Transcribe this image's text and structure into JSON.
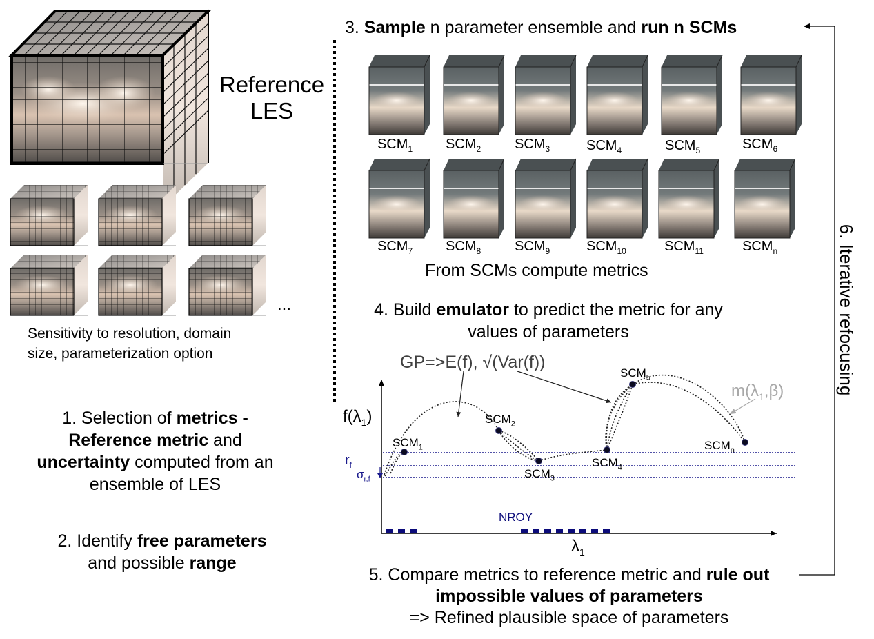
{
  "reference_les": {
    "line1": "Reference",
    "line2": "LES"
  },
  "sensitivity": {
    "ellipsis": "...",
    "line1": "Sensitivity to resolution, domain",
    "line2": "size, parameterization option"
  },
  "step1": {
    "l1_pre": "1. Selection of ",
    "l1_bold": "metrics -",
    "l2_bold": "Reference metric",
    "l2_post": " and",
    "l3_bold": "uncertainty",
    "l3_post": " computed from an",
    "l4": "ensemble of LES"
  },
  "step2": {
    "l1_pre": "2. Identify ",
    "l1_bold": "free parameters",
    "l2_pre": "and possible ",
    "l2_bold": "range"
  },
  "step3": {
    "pre": "3. ",
    "bold1": "Sample",
    "mid": " n parameter ensemble  and ",
    "bold2": "run n SCMs"
  },
  "scm_rows": [
    [
      {
        "base": "SCM",
        "sub": "1"
      },
      {
        "base": "SCM",
        "sub": "2"
      },
      {
        "base": "SCM",
        "sub": "3"
      },
      {
        "base": "SCM",
        "sub": "4"
      },
      {
        "base": "SCM",
        "sub": "5"
      },
      {
        "base": "SCM",
        "sub": "6"
      }
    ],
    [
      {
        "base": "SCM",
        "sub": "7"
      },
      {
        "base": "SCM",
        "sub": "8"
      },
      {
        "base": "SCM",
        "sub": "9"
      },
      {
        "base": "SCM",
        "sub": "10"
      },
      {
        "base": "SCM",
        "sub": "11"
      },
      {
        "base": "SCM",
        "sub": "n"
      }
    ]
  ],
  "compute_metrics": "From SCMs compute metrics",
  "step4": {
    "l1_pre": "4. Build ",
    "l1_bold": "emulator",
    "l1_post": " to predict the metric for any",
    "l2": "values of parameters"
  },
  "plot": {
    "gp_label": "GP=>E(f), √(Var(f))",
    "y_base": "f(λ",
    "y_sub": "1",
    "y_close": ")",
    "m_label_base": "m(λ",
    "m_label_sub": "1",
    "m_label_post": ",β)",
    "rf_base": "r",
    "rf_sub": "f",
    "sigma_base": "σ",
    "sigma_sub": "r,f",
    "nroy": "NROY",
    "x_base": "λ",
    "x_sub": "1",
    "points": [
      {
        "base": "SCM",
        "sub": "1"
      },
      {
        "base": "SCM",
        "sub": "2"
      },
      {
        "base": "SCM",
        "sub": "3"
      },
      {
        "base": "SCM",
        "sub": "4"
      },
      {
        "base": "SCM",
        "sub": "5"
      },
      {
        "base": "SCM",
        "sub": "n"
      }
    ]
  },
  "step5": {
    "l1_pre": "5. Compare metrics to reference metric and ",
    "l1_bold": "rule out",
    "l2_bold": "impossible values of parameters",
    "l3": "=> Refined plausible space of parameters"
  },
  "step6": "6. Iterative refocusing",
  "colors": {
    "navy": "#0b0b7a",
    "gray_label": "#a8a8a8",
    "dark_text": "#404040"
  }
}
